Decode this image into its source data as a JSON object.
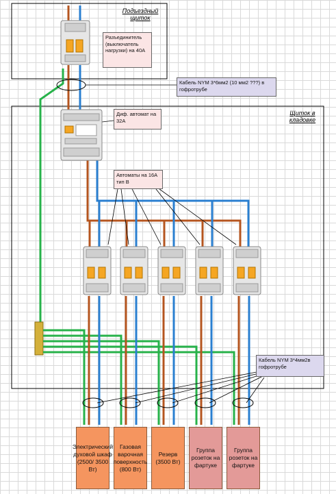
{
  "panels": {
    "entrance": {
      "title_line1": "Подъездный",
      "title_line2": "щиток"
    },
    "storage": {
      "title_line1": "Щиток в",
      "title_line2": "кладовке"
    }
  },
  "labels": {
    "disconnector": "Разъединитель (выключатель нагрузки) на 40А",
    "cable_main": "Кабель NYM 3*6мм2 (10 мм2 ???) в гофротрубе",
    "rcbo": "Диф. автомат на 32А",
    "breakers": "Автоматы на 16А тип В",
    "cable_groups": "Кабель NYM 3*4мм2в гофротрубе"
  },
  "loads": [
    {
      "label": "Электрический духовой шкаф (2500/ 3500 Вт)",
      "color": "#f5955f"
    },
    {
      "label": "Газовая варочная поверхность (800 Вт)",
      "color": "#f5955f"
    },
    {
      "label": "Резерв (3500 Вт)",
      "color": "#f5955f"
    },
    {
      "label": "Группа розеток на фартуке",
      "color": "#e39a98"
    },
    {
      "label": "Группа розеток на фартуке",
      "color": "#e39a98"
    }
  ],
  "colors": {
    "phase": "#b5551f",
    "neutral": "#2a7fd0",
    "earth": "#27b24a",
    "breaker_body": "#e8e8e8",
    "breaker_lever": "#f5a623"
  }
}
